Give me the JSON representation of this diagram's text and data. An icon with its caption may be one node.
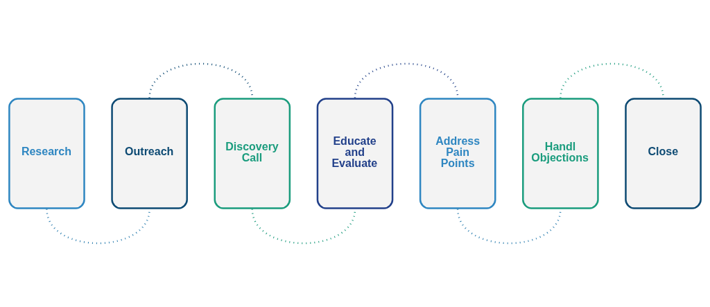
{
  "diagram": {
    "nodes": [
      {
        "text": [
          "Research"
        ]
      },
      {
        "text": [
          "Outreach"
        ]
      },
      {
        "text": [
          "Discovery Call"
        ]
      },
      {
        "text": [
          "Educate and Evaluate"
        ]
      },
      {
        "text": [
          "Address Pain Points"
        ]
      },
      {
        "text": [
          "Handl Objections"
        ]
      },
      {
        "text": [
          "Close"
        ]
      }
    ],
    "edges": [
      {
        "from": 0,
        "to": 1,
        "arrow": "none",
        "color": "#2e7fb0"
      },
      {
        "from": 1,
        "to": 2,
        "arrow": "none",
        "color": "#0d4a73"
      },
      {
        "from": 2,
        "to": 3,
        "arrow": "none",
        "color": "#1b9a7c"
      },
      {
        "from": 3,
        "to": 4,
        "arrow": "none",
        "color": "#1f3f86"
      },
      {
        "from": 4,
        "to": 5,
        "arrow": "none",
        "color": "#2e7fb0"
      },
      {
        "from": 5,
        "to": 6,
        "arrow": "none",
        "color": "#1b9a7c"
      }
    ]
  }
}
